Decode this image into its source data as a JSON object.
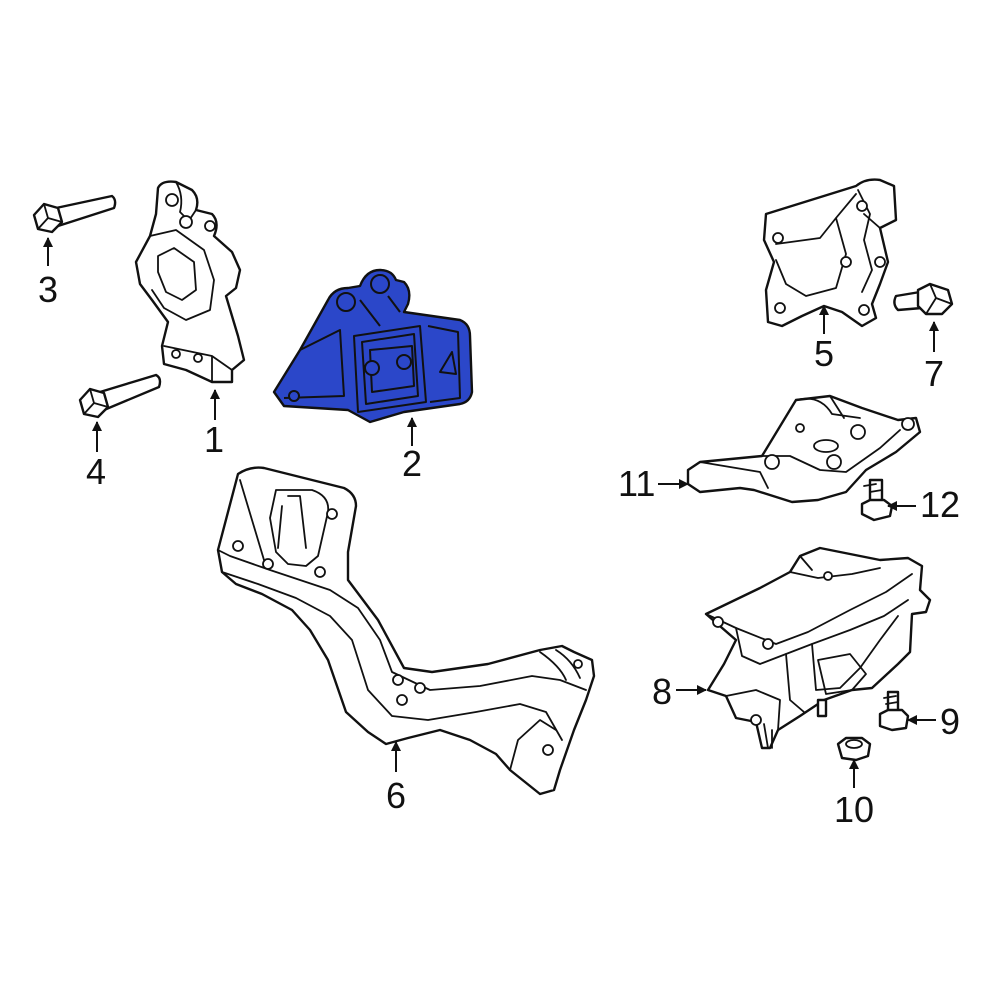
{
  "diagram": {
    "highlight_color": "#2b47c9",
    "callouts": [
      {
        "id": "c1",
        "label": "1"
      },
      {
        "id": "c2",
        "label": "2"
      },
      {
        "id": "c3",
        "label": "3"
      },
      {
        "id": "c4",
        "label": "4"
      },
      {
        "id": "c5",
        "label": "5"
      },
      {
        "id": "c6",
        "label": "6"
      },
      {
        "id": "c7",
        "label": "7"
      },
      {
        "id": "c8",
        "label": "8"
      },
      {
        "id": "c9",
        "label": "9"
      },
      {
        "id": "c10",
        "label": "10"
      },
      {
        "id": "c11",
        "label": "11"
      },
      {
        "id": "c12",
        "label": "12"
      }
    ]
  }
}
